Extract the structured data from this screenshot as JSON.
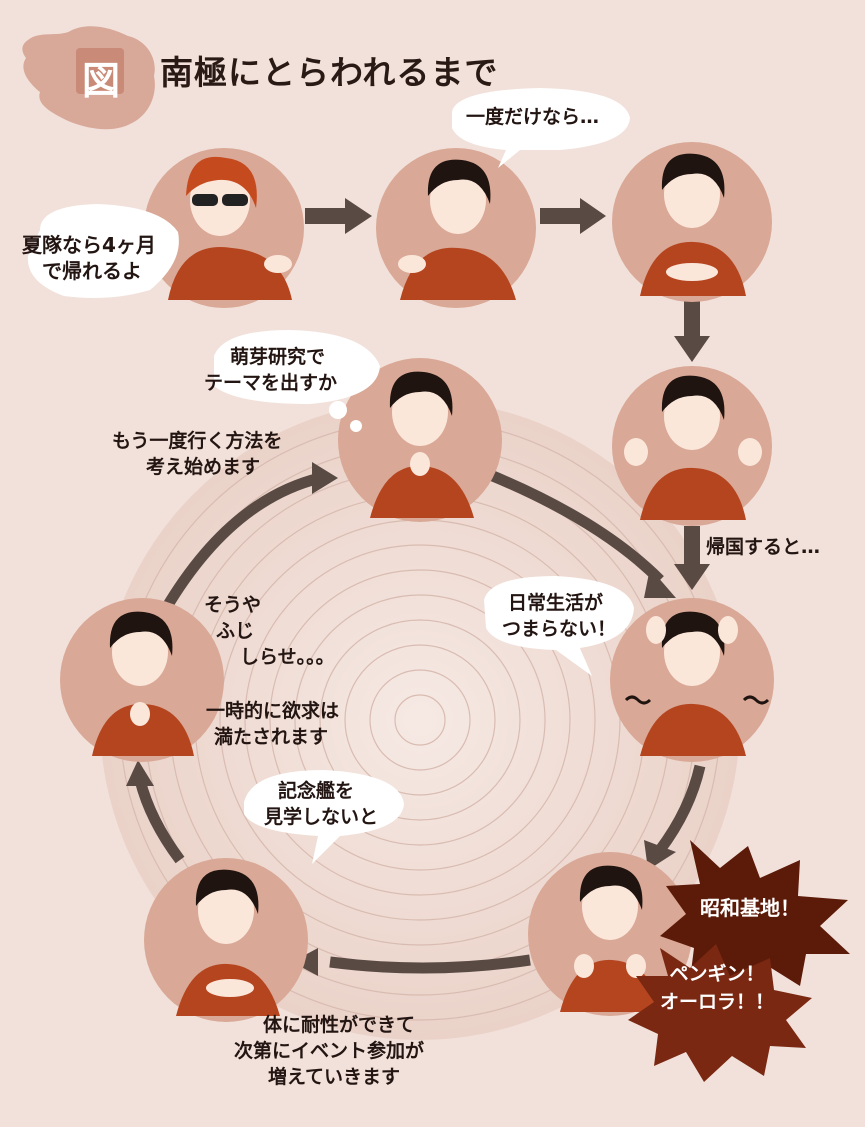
{
  "title": "南極にとらわれるまで",
  "figure_badge": "図",
  "colors": {
    "background": "#f2e1da",
    "circle": "#d9a896",
    "arrow": "#5a4a44",
    "shirt": "#b5451f",
    "star_dark": "#5c1a08",
    "star_mid": "#7a2812"
  },
  "steps": [
    {
      "id": "recruit",
      "caption": [
        "夏隊なら4ヶ月",
        "で帰れるよ"
      ]
    },
    {
      "id": "hesitate",
      "caption": [
        "一度だけなら…"
      ]
    },
    {
      "id": "decide",
      "caption": []
    },
    {
      "id": "excited",
      "caption": []
    },
    {
      "id": "return",
      "caption": [
        "帰国すると…"
      ]
    },
    {
      "id": "bored",
      "caption": [
        "日常生活が",
        "つまらない！"
      ]
    },
    {
      "id": "craving",
      "caption": [
        "昭和基地！",
        "ペンギン！",
        "オーロラ！！"
      ]
    },
    {
      "id": "tolerance",
      "caption": [
        "記念艦を",
        "見学しないと",
        "体に耐性ができて",
        "次第にイベント参加が",
        "増えていきます"
      ]
    },
    {
      "id": "relief",
      "caption": [
        "そうや",
        "ふじ",
        "しらせ。。。",
        "一時的に欲求は",
        "満たされます"
      ]
    },
    {
      "id": "scheme",
      "caption": [
        "萌芽研究で",
        "テーマを出すか",
        "もう一度行く方法を",
        "考え始めます"
      ]
    }
  ],
  "bubbles": {
    "summer_team": [
      "夏隊なら4ヶ月",
      "で帰れるよ"
    ],
    "just_once": "一度だけなら…",
    "bored": [
      "日常生活が",
      "つまらない！"
    ],
    "memorial_ship": [
      "記念艦を",
      "見学しないと"
    ],
    "research_theme": [
      "萌芽研究で",
      "テーマを出すか"
    ]
  },
  "stars": {
    "showa": "昭和基地！",
    "penguin_aurora": [
      "ペンギン！",
      "オーロラ！！"
    ]
  },
  "captions": {
    "after_return": "帰国すると…",
    "ship_names": [
      "そうや",
      "ふじ",
      "しらせ。。。"
    ],
    "temporary_relief": [
      "一時的に欲求は",
      "満たされます"
    ],
    "tolerance": [
      "体に耐性ができて",
      "次第にイベント参加が",
      "増えていきます"
    ],
    "one_more_time": [
      "もう一度行く方法を",
      "考え始めます"
    ]
  }
}
